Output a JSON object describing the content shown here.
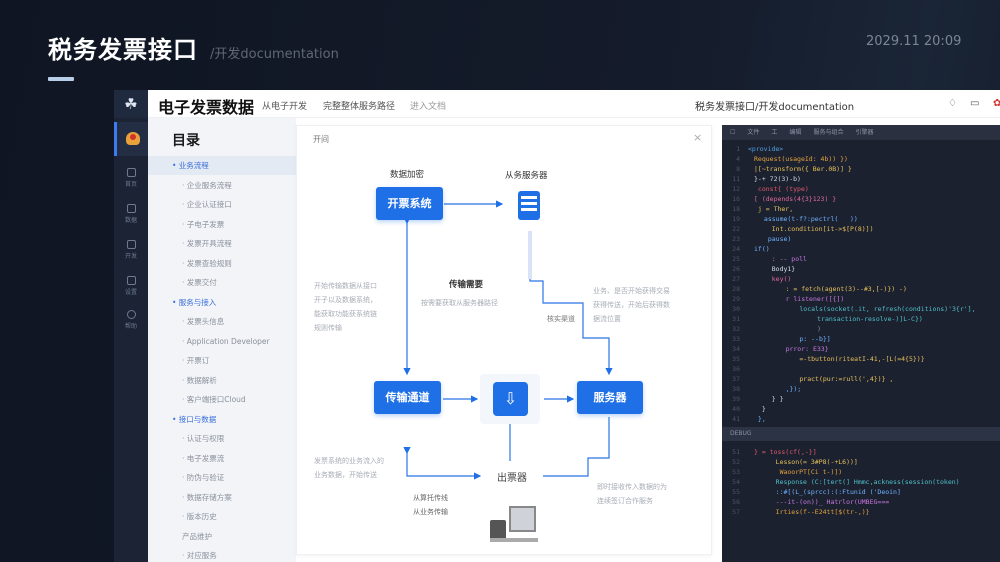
{
  "header": {
    "title": "税务发票接口",
    "subtitle": "/开发documentation",
    "time": "2029.11 20:09"
  },
  "rail": {
    "logo": "☘",
    "items": [
      "首页",
      "数据",
      "开发",
      "设置",
      "帮助"
    ]
  },
  "topbar": {
    "app_title": "电子发票数据",
    "crumbs": [
      "从电子开发",
      "完整整体服务路径",
      "进入文档"
    ],
    "doc_link": "税务发票接口/开发documentation",
    "icons": [
      "bell-icon",
      "monitor-icon",
      "settings-icon"
    ]
  },
  "toc": {
    "title": "目录",
    "items": [
      {
        "label": "• 业务流程",
        "type": "sec",
        "active": true
      },
      {
        "label": "· 企业服务流程",
        "type": "sub"
      },
      {
        "label": "· 企业认证接口",
        "type": "sub"
      },
      {
        "label": "· 子电子发票",
        "type": "sub"
      },
      {
        "label": "· 发票开具流程",
        "type": "sub"
      },
      {
        "label": "· 发票查验规则",
        "type": "sub"
      },
      {
        "label": "· 发票交付",
        "type": "sub"
      },
      {
        "label": "• 服务与接入",
        "type": "sec"
      },
      {
        "label": "· 发票头信息",
        "type": "sub"
      },
      {
        "label": "· Application Developer",
        "type": "sub"
      },
      {
        "label": "· 开票订",
        "type": "sub"
      },
      {
        "label": "· 数据解析",
        "type": "sub"
      },
      {
        "label": "· 客户端接口Cloud",
        "type": "sub"
      },
      {
        "label": "• 接口与数据",
        "type": "sec"
      },
      {
        "label": "· 认证与权限",
        "type": "sub"
      },
      {
        "label": "· 电子发票流",
        "type": "sub"
      },
      {
        "label": "· 防伪与验证",
        "type": "sub"
      },
      {
        "label": "· 数据存储方案",
        "type": "sub"
      },
      {
        "label": "· 版本历史",
        "type": "sub"
      },
      {
        "label": "产品维护",
        "type": "sub"
      },
      {
        "label": "· 对应服务",
        "type": "sub"
      }
    ]
  },
  "diagram": {
    "title": "开间",
    "close": "×",
    "nodes": {
      "issue": "开票系统",
      "channel": "传输通道",
      "server": "服务器"
    },
    "labels": {
      "encrypt": "数据加密",
      "slave": "从务服务器",
      "transfer": "传输需要",
      "transfer_sub": "按需要获取从服务器路径",
      "check": "核实渠道",
      "printer": "出票器",
      "from": "从算托传线\n从业务传输"
    },
    "notes": {
      "left_top": "开始传输数据从接口\n开子以及数据系统，\n能获取功能获系统链\n规则传输",
      "right_top": "业务、是否开始获得交易\n获得传送，开始后获得数\n据流位置",
      "left_bottom": "发票系统的业务流入的\n业务数据，开始传送",
      "right_bottom": "即时接收传入数据的为\n连续签订合作服务"
    }
  },
  "code": {
    "tabs": [
      "☐",
      "文件",
      "工",
      "编辑",
      "服务与组合",
      "引擎器"
    ],
    "split_label": "DEBUG",
    "lines": [
      {
        "n": "1",
        "t": "<provide>",
        "c": "#4fa3e0",
        "i": 0
      },
      {
        "n": "4",
        "t": "Request(usageId: 4b)) })",
        "c": "#e6a23c",
        "i": 1
      },
      {
        "n": "8",
        "t": "|[~transform({ Ber.0B)] }",
        "c": "#e6c15a",
        "i": 1
      },
      {
        "n": "11",
        "t": "}-+ 72(3)-b)",
        "c": "#d6dbe6",
        "i": 1
      },
      {
        "n": "12",
        "t": " const{ (type)",
        "c": "#e05a6b",
        "i": 1
      },
      {
        "n": "16",
        "t": "[ (depends(4{3}123) }",
        "c": "#e06a9a",
        "i": 1
      },
      {
        "n": "18",
        "t": " j = Ther,",
        "c": "#e6c15a",
        "i": 1
      },
      {
        "n": "19",
        "t": " assume(t-f?:pectrl(   ))",
        "c": "#6fb3ff",
        "i": 2
      },
      {
        "n": "22",
        "t": "   Int.condition[it->$[P(8)])",
        "c": "#e6c15a",
        "i": 2
      },
      {
        "n": "23",
        "t": "  pause)",
        "c": "#6fb3ff",
        "i": 2
      },
      {
        "n": "24",
        "t": "if()",
        "c": "#6fb3ff",
        "i": 1
      },
      {
        "n": "25",
        "t": "   : -- poll",
        "c": "#c678dd",
        "i": 2
      },
      {
        "n": "26",
        "t": "   Body1}",
        "c": "#d6dbe6",
        "i": 2
      },
      {
        "n": "27",
        "t": "   key()",
        "c": "#e06a9a",
        "i": 2
      },
      {
        "n": "28",
        "t": "     : = fetch(agent(3)--#3,[-)}) -)",
        "c": "#e6c15a",
        "i": 3
      },
      {
        "n": "29",
        "t": "     r listener([{])",
        "c": "#c678dd",
        "i": 3
      },
      {
        "n": "30",
        "t": "       locals(socket(.it, refresh(conditions)'3{r'],",
        "c": "#4fc1c9",
        "i": 4
      },
      {
        "n": "31",
        "t": "          transaction-resolve-)]L-C})",
        "c": "#4fc1c9",
        "i": 5
      },
      {
        "n": "32",
        "t": "          )",
        "c": "#8a93a5",
        "i": 5
      },
      {
        "n": "33",
        "t": "       p: --b}]",
        "c": "#6fb3ff",
        "i": 4
      },
      {
        "n": "34",
        "t": "     prror: E33}",
        "c": "#c678dd",
        "i": 3
      },
      {
        "n": "35",
        "t": "       =-tbutton(riteatI-41,-[L(=4{5})}",
        "c": "#e6c15a",
        "i": 4
      },
      {
        "n": "36",
        "t": "",
        "c": "#d6dbe6",
        "i": 4
      },
      {
        "n": "37",
        "t": "       pract(pur:=rull(',4})} ,",
        "c": "#e6c15a",
        "i": 4
      },
      {
        "n": "38",
        "t": "     ,});",
        "c": "#6fb3ff",
        "i": 3
      },
      {
        "n": "39",
        "t": "   } }",
        "c": "#d6dbe6",
        "i": 2
      },
      {
        "n": "40",
        "t": "  }",
        "c": "#d6dbe6",
        "i": 1
      },
      {
        "n": "41",
        "t": " },",
        "c": "#6fb3ff",
        "i": 1
      }
    ],
    "lines2": [
      {
        "n": "51",
        "t": "} = toss(cf(,-}]",
        "c": "#e05a6b",
        "i": 1
      },
      {
        "n": "52",
        "t": "    Lesson(= 3#P8(-+L6))]",
        "c": "#e6c15a",
        "i": 2
      },
      {
        "n": "53",
        "t": "     WaoorPT[Ci t-)])",
        "c": "#e6a23c",
        "i": 2
      },
      {
        "n": "54",
        "t": "    Response (C:[tert(] Hmmc,ackness(session(token)",
        "c": "#4fc1c9",
        "i": 2
      },
      {
        "n": "55",
        "t": "    ::#[(L_(sprcc):(:Ftunid ('Deoin]",
        "c": "#6fb3ff",
        "i": 2
      },
      {
        "n": "56",
        "t": "    ---it-(on))_ Hatrlor(UMBEG===",
        "c": "#c678dd",
        "i": 2
      },
      {
        "n": "57",
        "t": "    Irties(f--E24tt[$(tr-,)}",
        "c": "#e6a23c",
        "i": 2
      }
    ]
  }
}
